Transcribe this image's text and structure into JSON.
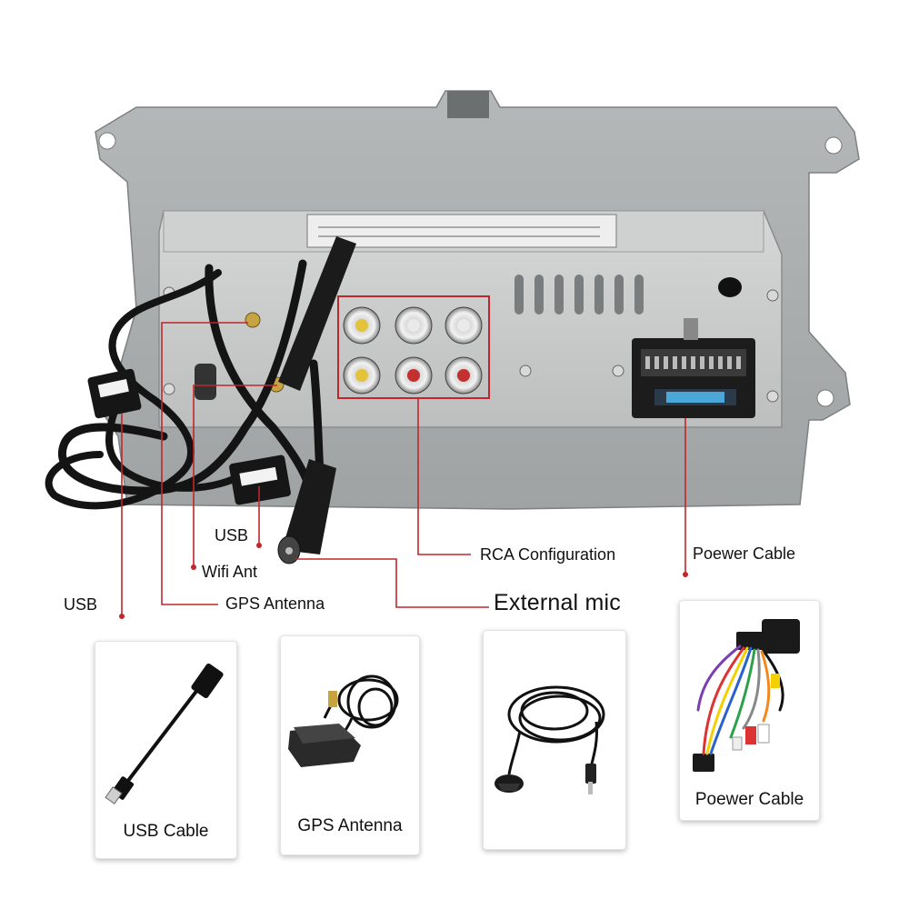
{
  "callouts": {
    "usb_left": "USB",
    "usb_port": "USB",
    "wifi_ant": "Wifi Ant",
    "gps_antenna": "GPS Antenna",
    "rca_configuration": "RCA Configuration",
    "external_mic": "External mic",
    "power_cable": "Poewer Cable"
  },
  "accessories": [
    {
      "caption": "USB Cable"
    },
    {
      "caption": "GPS Antenna"
    },
    {
      "caption": ""
    },
    {
      "caption": "Poewer Cable"
    }
  ],
  "colors": {
    "callout_line": "#c0262c",
    "panel": "#a9adad",
    "chassis": "#c9cbcb"
  }
}
